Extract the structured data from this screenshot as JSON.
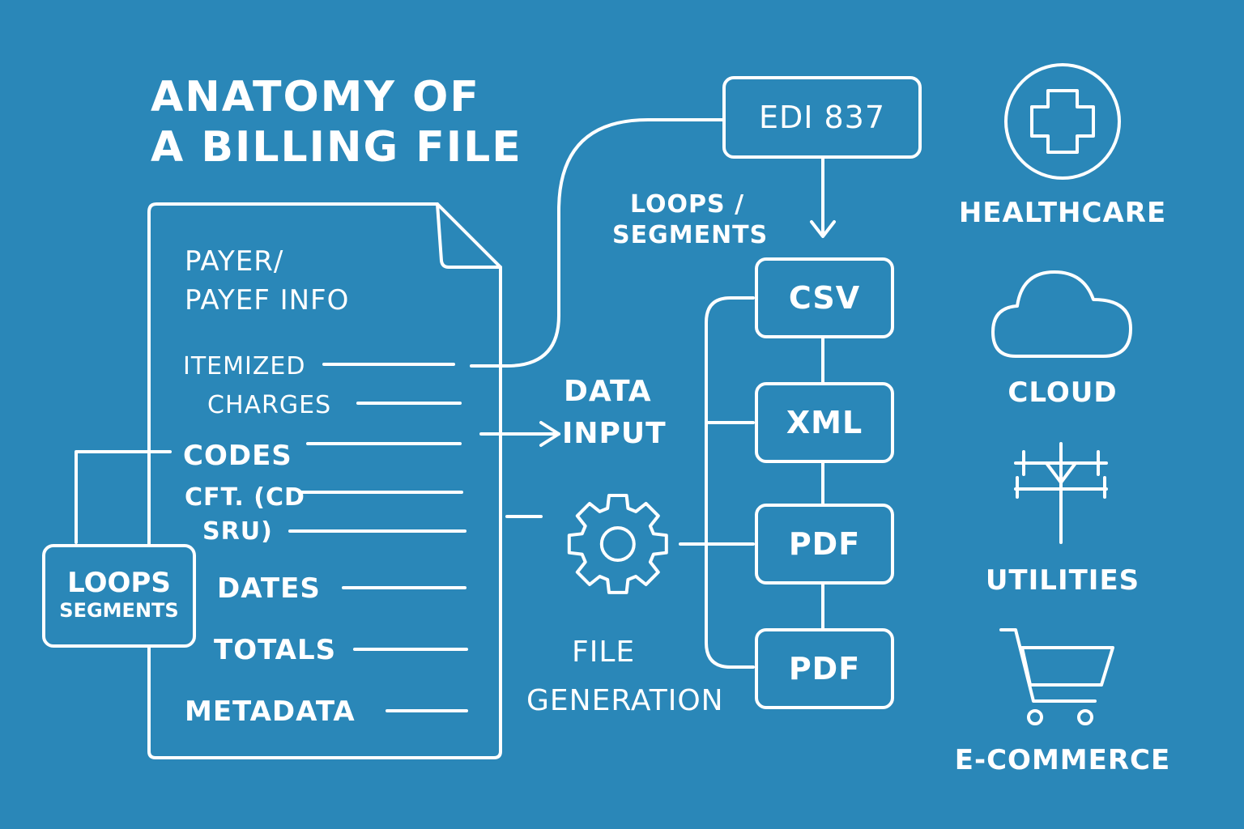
{
  "title": {
    "line1": "ANATOMY OF",
    "line2": "A BILLING FILE"
  },
  "document_fields": {
    "payer_line1": "PAYER/",
    "payer_line2": "PAYEF INFO",
    "itemized": "ITEMIZED",
    "charges": "CHARGES",
    "codes": "CODES",
    "cft_line1": "CFT. (CD",
    "cft_line2": "SRU)",
    "dates": "DATES",
    "totals": "TOTALS",
    "metadata": "METADATA"
  },
  "loops_box": {
    "line1": "LOOPS",
    "line2": "SEGMENTS"
  },
  "edi": {
    "label": "EDI 837",
    "sub_line1": "LOOPS /",
    "sub_line2": "SEGMENTS"
  },
  "data_input": {
    "line1": "DATA",
    "line2": "INPUT"
  },
  "file_generation": {
    "line1": "FILE",
    "line2": "GENERATION"
  },
  "formats": [
    "CSV",
    "XML",
    "PDF",
    "PDF"
  ],
  "industries": [
    {
      "label": "HEALTHCARE",
      "icon": "medical-cross-icon"
    },
    {
      "label": "CLOUD",
      "icon": "cloud-icon"
    },
    {
      "label": "UTILITIES",
      "icon": "utility-pole-icon"
    },
    {
      "label": "E-COMMERCE",
      "icon": "shopping-cart-icon"
    }
  ],
  "colors": {
    "background": "#2a87b8",
    "ink": "#ffffff"
  }
}
